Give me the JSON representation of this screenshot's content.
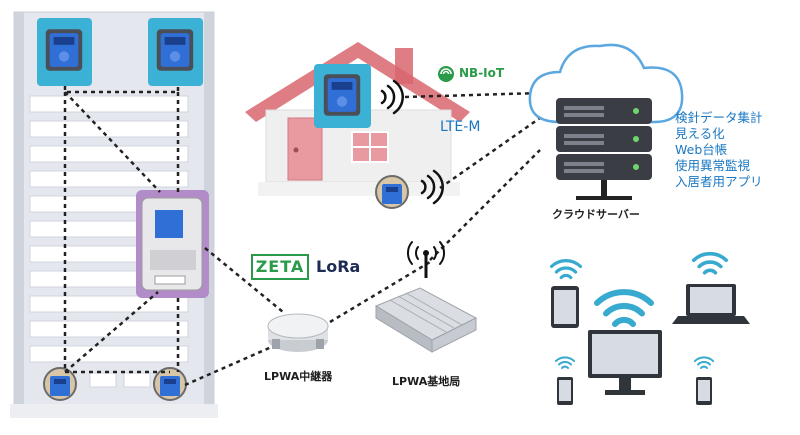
{
  "labels": {
    "nbiot": "NB-IoT",
    "ltem": "LTE-M",
    "zeta": "ZETA",
    "lora": "LoRa",
    "cloud_server": "クラウドサーバー",
    "lpwa_relay": "LPWA中継器",
    "lpwa_base": "LPWA基地局"
  },
  "services": [
    "検針データ集計",
    "見える化",
    "Web台帳",
    "使用異常監視",
    "入居者用アプリ"
  ],
  "colors": {
    "accent": "#1a78c2",
    "meter_blue": "#2f6fd6",
    "meter_highlight": "#3bb1d6",
    "building": "#d9dde6",
    "house_roof": "#d9666f",
    "lora_purple": "#b28bc9",
    "wifi": "#38a9cf"
  }
}
